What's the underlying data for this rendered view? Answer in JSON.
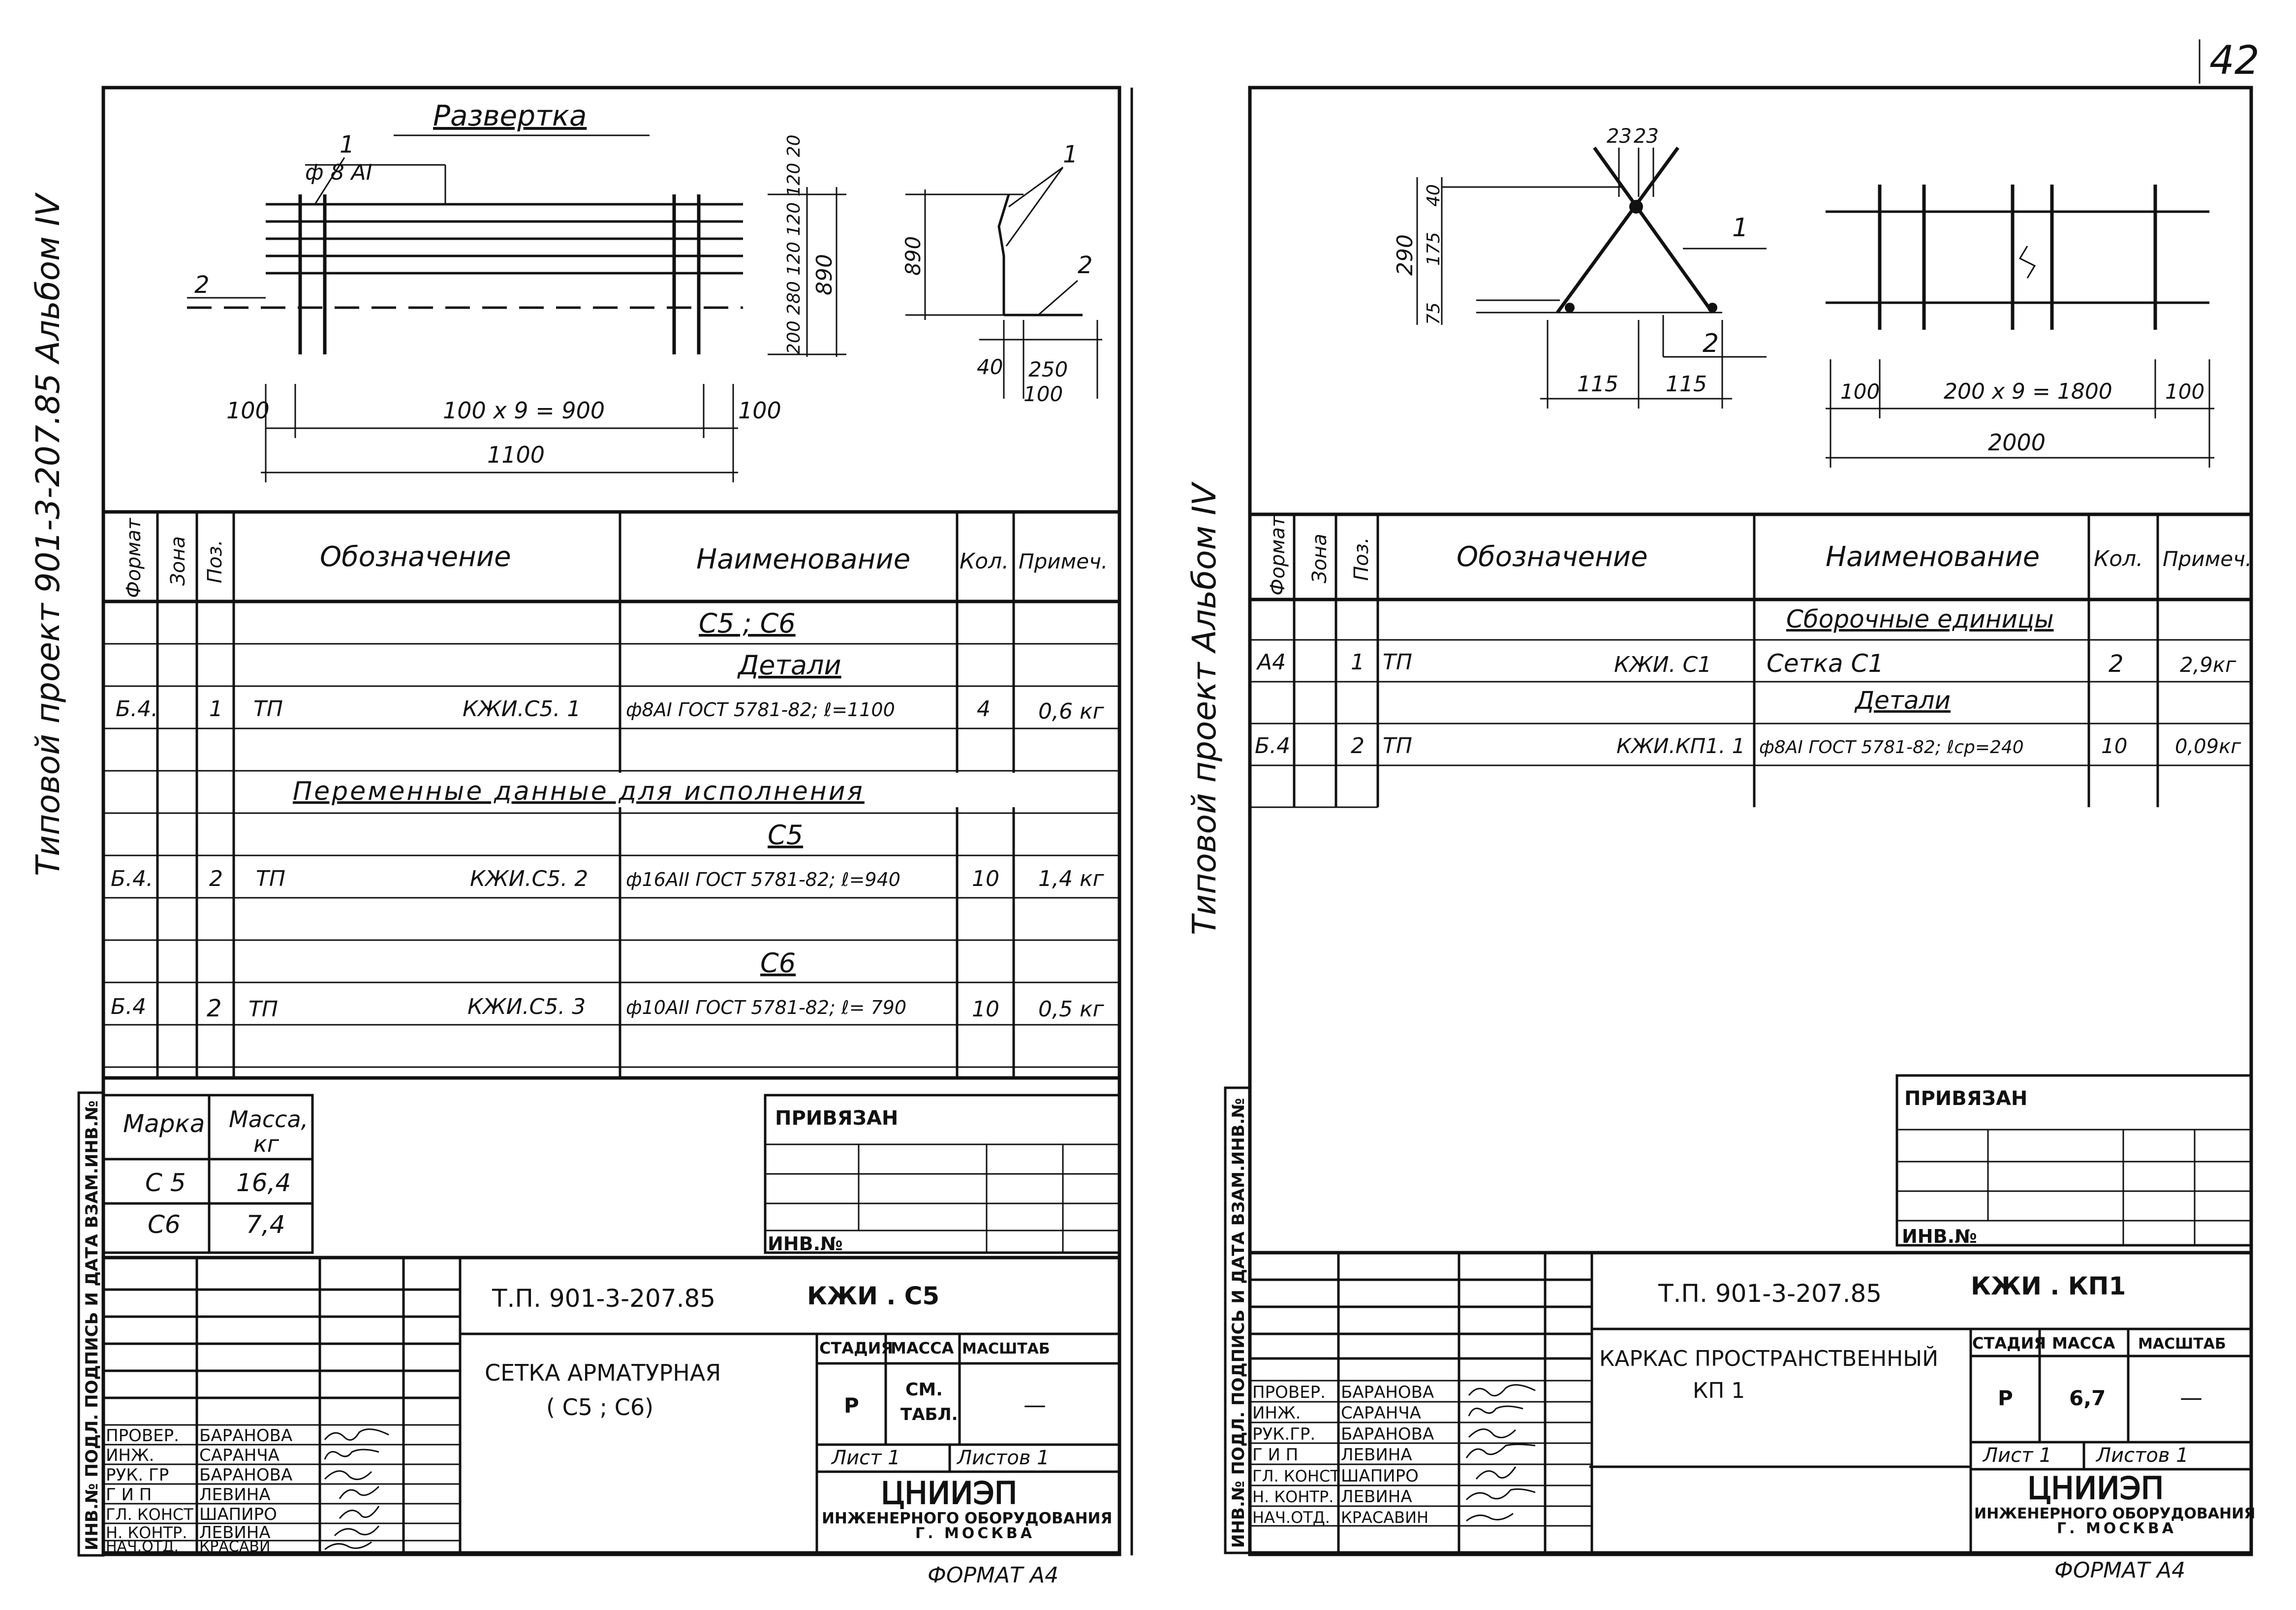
{
  "page_number": "42",
  "left": {
    "side_label": "Типовой   проект 901-3-207.85 Альбом IV",
    "sketch": {
      "title": "Развертка",
      "callout_1": "1",
      "bar_label": "ф 8 АI",
      "callout_2": "2",
      "dim_100_left": "100",
      "dim_span": "100 x 9 = 900",
      "dim_100_right": "100",
      "dim_total": "1100",
      "vert_dims": "200 280 120 120 120 20",
      "dim_890": "890",
      "section_890": "890",
      "section_40": "40",
      "section_250": "250",
      "section_100": "100",
      "section_c1": "1",
      "section_c2": "2"
    },
    "spec": {
      "headers": [
        "Формат",
        "Зона",
        "Поз.",
        "Обозначение",
        "Наименование",
        "Кол.",
        "Примеч."
      ],
      "row_group_c5c6": "С5 ; С6",
      "row_details": "Детали",
      "row1": {
        "format": "Б.4.",
        "pos": "1",
        "doc_prefix": "ТП",
        "doc": "КЖИ.С5. 1",
        "name": "ф8АI ГОСТ 5781-82; ℓ=1100",
        "qty": "4",
        "note": "0,6 кг"
      },
      "row_variable": "Переменные данные для исполнения",
      "row_c5": "С5",
      "row2": {
        "format": "Б.4.",
        "pos": "2",
        "doc_prefix": "ТП",
        "doc": "КЖИ.С5. 2",
        "name": "ф16АII ГОСТ 5781-82; ℓ=940",
        "qty": "10",
        "note": "1,4 кг"
      },
      "row_c6": "С6",
      "row3": {
        "format": "Б.4",
        "pos": "2",
        "doc_prefix": "ТП",
        "doc": "КЖИ.С5. 3",
        "name": "ф10АII ГОСТ 5781-82; ℓ= 790",
        "qty": "10",
        "note": "0,5 кг"
      }
    },
    "mass_table": {
      "h_mark": "Марка",
      "h_mass": "Масса, кг",
      "rows": [
        {
          "mark": "С 5",
          "mass": "16,4"
        },
        {
          "mark": "С6",
          "mass": "7,4"
        }
      ]
    },
    "privyazan": "ПРИВЯЗАН",
    "inv": "ИНВ.№",
    "side_column": "ИНВ.№ ПОДЛ. ПОДПИСЬ И ДАТА ВЗАМ.ИНВ.№",
    "stamp": {
      "code": "Т.П. 901-3-207.85",
      "mark": "КЖИ . С5",
      "title_line1": "СЕТКА  АРМАТУРНАЯ",
      "title_line2": "( С5 ;  С6)",
      "h_stage": "СТАДИЯ",
      "h_mass": "МАССА",
      "h_scale": "МАСШТАБ",
      "stage": "Р",
      "mass_1": "СМ.",
      "mass_2": "ТАБЛ.",
      "scale": "—",
      "sheet": "Лист 1",
      "sheets": "Листов 1",
      "org_1": "ЦНИИЭП",
      "org_2": "ИНЖЕНЕРНОГО ОБОРУДОВАНИЯ",
      "org_3": "Г. МОСКВА",
      "people": [
        {
          "role": "ПРОВЕР.",
          "name": "БАРАНОВА"
        },
        {
          "role": "ИНЖ.",
          "name": "САРАНЧА"
        },
        {
          "role": "РУК. ГР",
          "name": "БАРАНОВА"
        },
        {
          "role": "Г И П",
          "name": "ЛЕВИНА"
        },
        {
          "role": "ГЛ. КОНСТ",
          "name": "ШАПИРО"
        },
        {
          "role": "Н. КОНТР.",
          "name": "ЛЕВИНА"
        },
        {
          "role": "НАЧ.ОТД.",
          "name": "КРАСАВИ"
        }
      ]
    },
    "format": "ФОРМАТ А4"
  },
  "right": {
    "side_label": "Типовой   проект   Альбом IV",
    "sketch": {
      "dim_23a": "23",
      "dim_23b": "23",
      "dim_290": "290",
      "dim_40": "40",
      "dim_175": "175",
      "dim_75": "75",
      "callout_1": "1",
      "callout_2": "2",
      "dim_115a": "115",
      "dim_115b": "115",
      "dim_100_left": "100",
      "dim_span": "200 x 9 = 1800",
      "dim_100_right": "100",
      "dim_total": "2000"
    },
    "spec": {
      "headers": [
        "Формат",
        "Зона",
        "Поз.",
        "Обозначение",
        "Наименование",
        "Кол.",
        "Примеч."
      ],
      "row_assembly": "Сборочные единицы",
      "row1": {
        "format": "А4",
        "pos": "1",
        "doc_prefix": "ТП",
        "doc": "КЖИ. С1",
        "name": "Сетка       С1",
        "qty": "2",
        "note": "2,9кг"
      },
      "row_details": "Детали",
      "row2": {
        "format": "Б.4",
        "pos": "2",
        "doc_prefix": "ТП",
        "doc": "КЖИ.КП1. 1",
        "name": "ф8АI ГОСТ 5781-82; ℓср=240",
        "qty": "10",
        "note": "0,09кг"
      }
    },
    "privyazan": "ПРИВЯЗАН",
    "inv": "ИНВ.№",
    "side_column": "ИНВ.№ ПОДЛ. ПОДПИСЬ И ДАТА ВЗАМ.ИНВ.№",
    "stamp": {
      "code": "Т.П. 901-3-207.85",
      "mark": "КЖИ .  КП1",
      "title_line1": "КАРКАС  ПРОСТРАНСТВЕННЫЙ",
      "title_line2": "КП 1",
      "h_stage": "СТАДИЯ",
      "h_mass": "МАССА",
      "h_scale": "МАСШТАБ",
      "stage": "Р",
      "mass": "6,7",
      "scale": "—",
      "sheet": "Лист 1",
      "sheets": "Листов 1",
      "org_1": "ЦНИИЭП",
      "org_2": "ИНЖЕНЕРНОГО ОБОРУДОВАНИЯ",
      "org_3": "Г. МОСКВА",
      "people": [
        {
          "role": "ПРОВЕР.",
          "name": "БАРАНОВА"
        },
        {
          "role": "ИНЖ.",
          "name": "САРАНЧА"
        },
        {
          "role": "РУК.ГР.",
          "name": "БАРАНОВА"
        },
        {
          "role": "Г И П",
          "name": "ЛЕВИНА"
        },
        {
          "role": "ГЛ. КОНСТ",
          "name": "ШАПИРО"
        },
        {
          "role": "Н. КОНТР.",
          "name": "ЛЕВИНА"
        },
        {
          "role": "НАЧ.ОТД.",
          "name": "КРАСАВИН"
        }
      ]
    },
    "format": "ФОРМАТ А4"
  }
}
